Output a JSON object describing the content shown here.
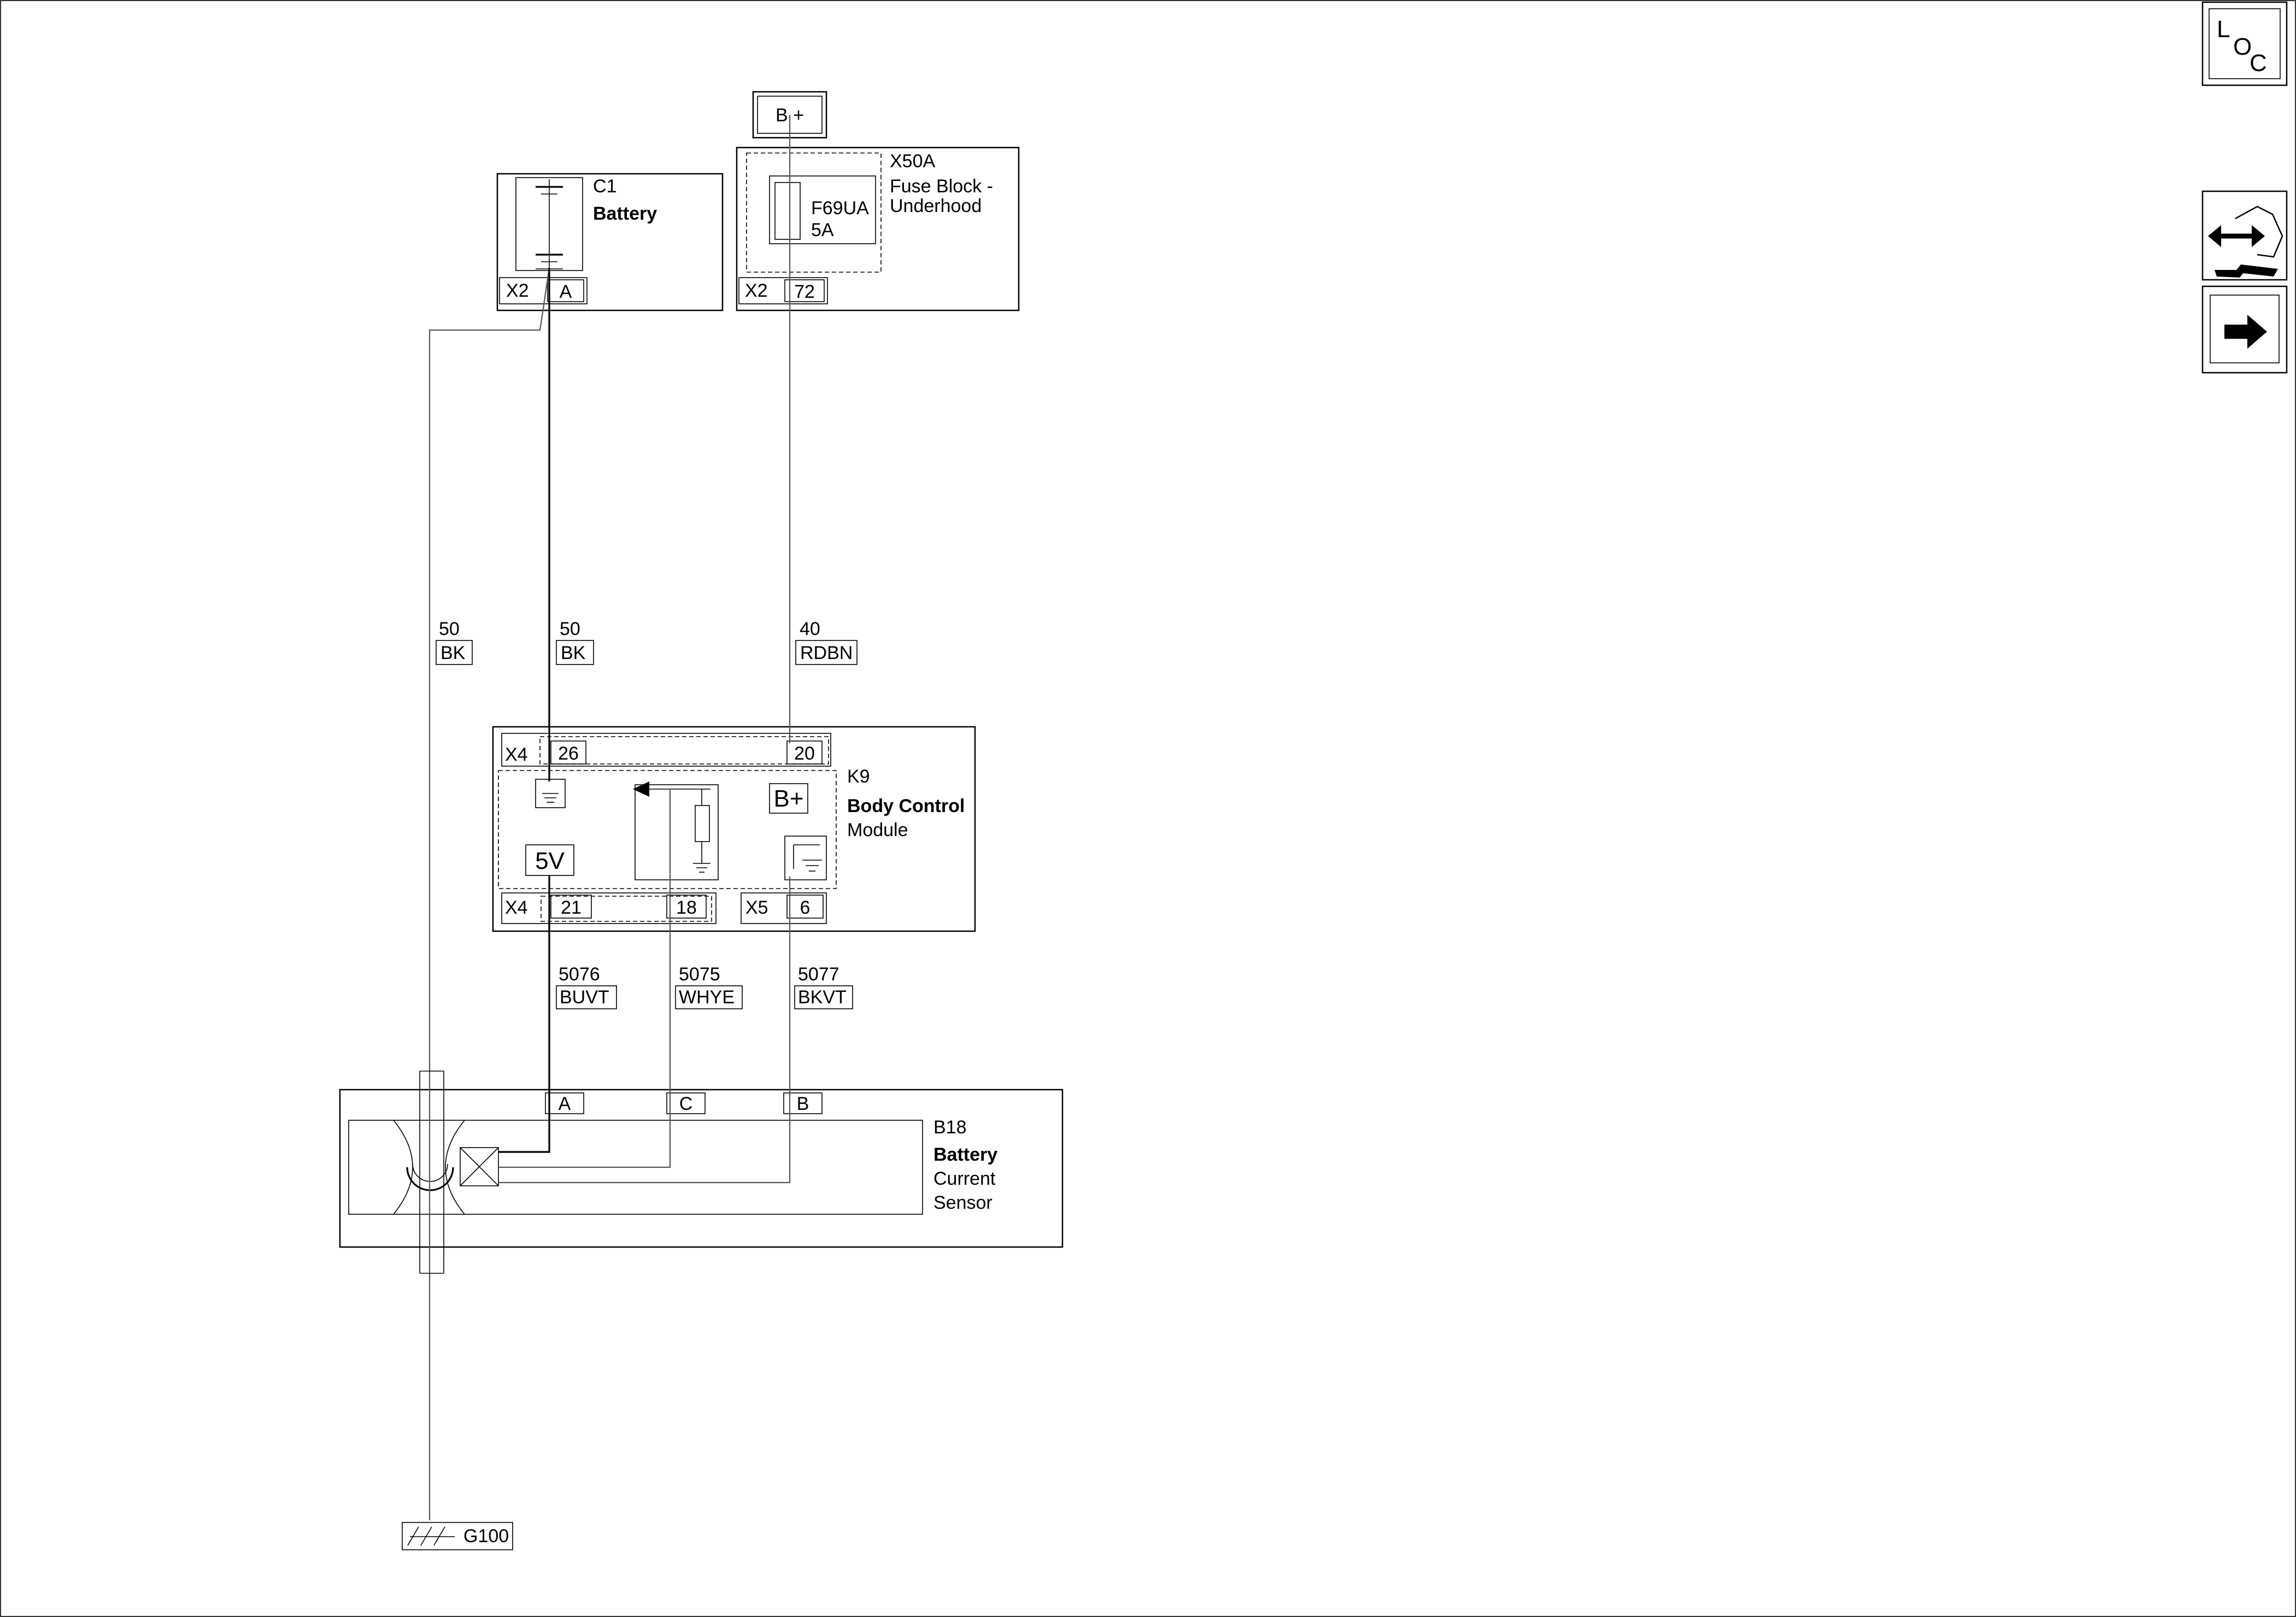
{
  "power_source": {
    "label": "B +"
  },
  "components": {
    "battery": {
      "id": "C1",
      "name": "Battery",
      "connector": "X2",
      "pin": "A"
    },
    "fuse_block": {
      "id": "X50A",
      "name_line1": "Fuse Block -",
      "name_line2": "Underhood",
      "fuse_id": "F69UA",
      "fuse_rating": "5A",
      "connector": "X2",
      "pin": "72"
    },
    "bcm": {
      "id": "K9",
      "name_line1": "Body Control",
      "name_line2": "Module",
      "top_connector": "X4",
      "top_pin_left": "26",
      "top_pin_right": "20",
      "bottom_connector_left": "X4",
      "bottom_pin_21": "21",
      "bottom_pin_18": "18",
      "bottom_connector_right": "X5",
      "bottom_pin_6": "6",
      "voltage_label": "5V",
      "bplus_label": "B+"
    },
    "sensor": {
      "id": "B18",
      "name_line1": "Battery",
      "name_line2": "Current",
      "name_line3": "Sensor",
      "pin_a": "A",
      "pin_c": "C",
      "pin_b": "B"
    },
    "ground": {
      "id": "G100"
    }
  },
  "wires": {
    "ground_cable": {
      "circuit": "50",
      "color": "BK"
    },
    "battery_cable": {
      "circuit": "50",
      "color": "BK"
    },
    "fuse_feed": {
      "circuit": "40",
      "color": "RDBN"
    },
    "sensor_5v": {
      "circuit": "5076",
      "color": "BUVT"
    },
    "sensor_signal": {
      "circuit": "5075",
      "color": "WHYE"
    },
    "sensor_low": {
      "circuit": "5077",
      "color": "BKVT"
    }
  },
  "nav": {
    "loc_letters": [
      "L",
      "O",
      "C"
    ],
    "icons": [
      "location-icon",
      "connector-diagnostic-icon",
      "next-page-arrow-icon"
    ]
  }
}
